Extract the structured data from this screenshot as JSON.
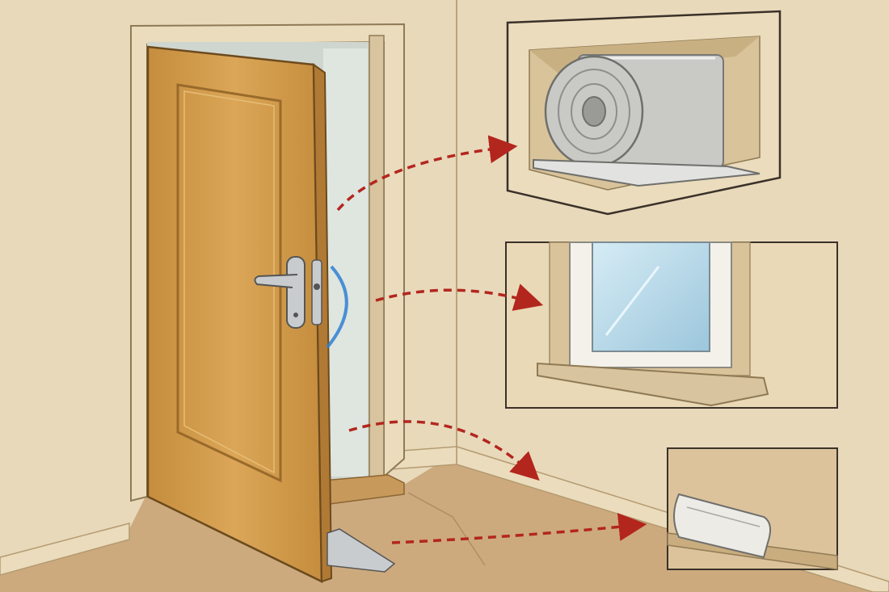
{
  "colors": {
    "wall": "#e8d9bb",
    "wall_shadow": "#dccaa6",
    "floor": "#cdaa7e",
    "trim": "#eadcbc",
    "trim_shade": "#d8c49e",
    "door": "#dba658",
    "door_dark": "#c58d3d",
    "door_edge": "#9a6a2b",
    "metal": "#c9ccce",
    "glass": "#b8d8e8",
    "roll": "#c9c9c6",
    "arrow": "#b3261e",
    "swing_arrow": "#2f7fd1",
    "outline": "#3a3128"
  },
  "scene": {
    "door": {
      "handle_icon": "lever-handle-icon",
      "swing_icon": "curved-arrow-icon"
    },
    "insets": [
      {
        "id": "rolled-insulation",
        "icon": "insulation-roll-icon"
      },
      {
        "id": "window-sill",
        "icon": "window-icon"
      },
      {
        "id": "baseboard-vent",
        "icon": "vent-cover-icon"
      }
    ],
    "arrows": [
      {
        "from": "door-gap-top",
        "to": "rolled-insulation"
      },
      {
        "from": "door-gap-middle",
        "to": "window-sill"
      },
      {
        "from": "door-gap-bottom",
        "to": "wall-corner-baseboard"
      },
      {
        "from": "door-threshold",
        "to": "baseboard-vent"
      }
    ]
  }
}
